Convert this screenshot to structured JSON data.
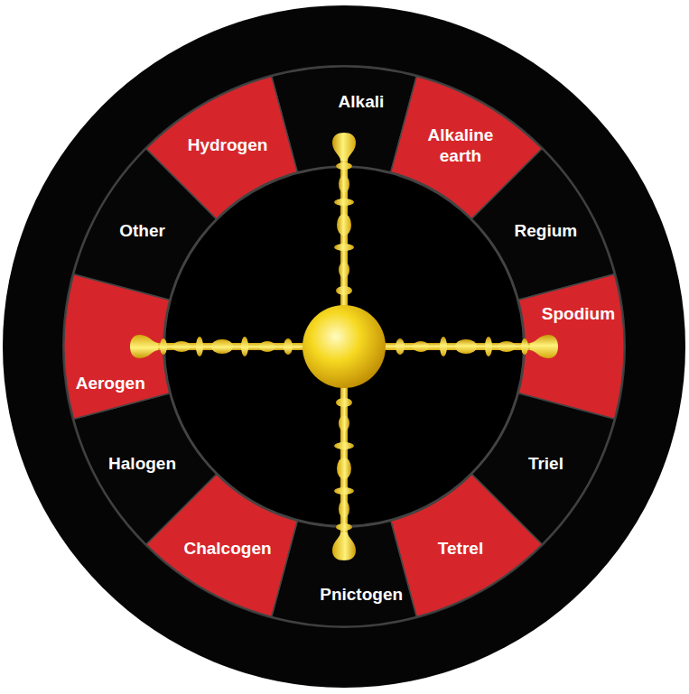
{
  "diagram": {
    "nodes": [
      {
        "text": [
          "Alkali"
        ]
      },
      {
        "text": [
          "Alkaline earth"
        ]
      },
      {
        "text": [
          "Regium"
        ]
      },
      {
        "text": [
          "Spodium"
        ]
      },
      {
        "text": [
          "Triel"
        ]
      },
      {
        "text": [
          "Tetrel"
        ]
      },
      {
        "text": [
          "Pnictogen"
        ]
      },
      {
        "text": [
          "Chalcogen"
        ]
      },
      {
        "text": [
          "Halogen"
        ]
      },
      {
        "text": [
          "Aerogen"
        ]
      },
      {
        "text": [
          "Other"
        ]
      },
      {
        "text": [
          "Hydrogen"
        ]
      }
    ]
  }
}
